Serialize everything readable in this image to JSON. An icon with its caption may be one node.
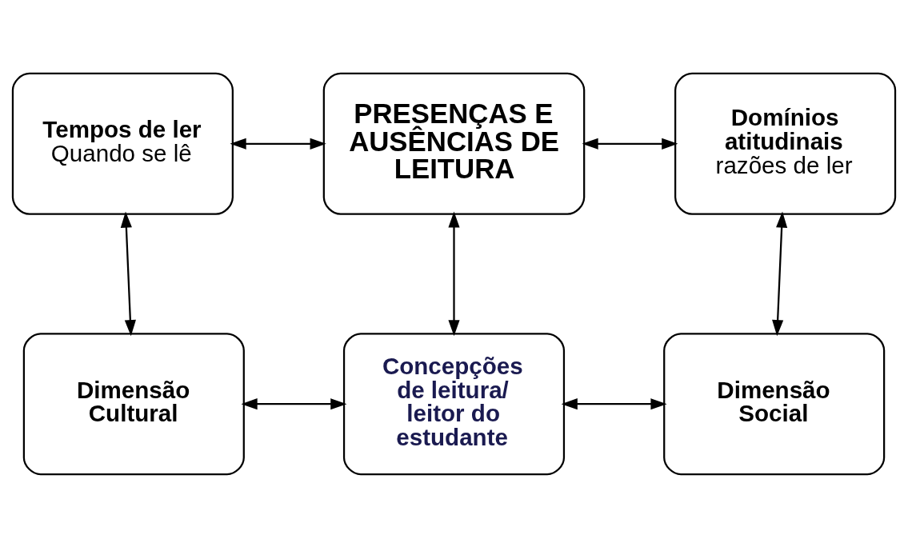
{
  "diagram": {
    "nodes": [
      {
        "text": [
          "PRESENÇAS E AUSÊNCIAS DE LEITURA"
        ]
      },
      {
        "text": [
          "Tempos de ler",
          "Quando se lê"
        ]
      },
      {
        "text": [
          "Domínios atitudinais",
          "razões de ler"
        ]
      },
      {
        "text": [
          "Dimensão Cultural"
        ]
      },
      {
        "text": [
          "Concepções de leitura/ leitor do estudante"
        ]
      },
      {
        "text": [
          "Dimensão Social"
        ]
      }
    ],
    "edges": [
      {
        "from": 1,
        "to": 0,
        "arrow": "both"
      },
      {
        "from": 0,
        "to": 2,
        "arrow": "both"
      },
      {
        "from": 4,
        "to": 0,
        "arrow": "both"
      },
      {
        "from": 1,
        "to": 3,
        "arrow": "both"
      },
      {
        "from": 2,
        "to": 5,
        "arrow": "both"
      },
      {
        "from": 3,
        "to": 4,
        "arrow": "both"
      },
      {
        "from": 4,
        "to": 5,
        "arrow": "both"
      }
    ]
  }
}
